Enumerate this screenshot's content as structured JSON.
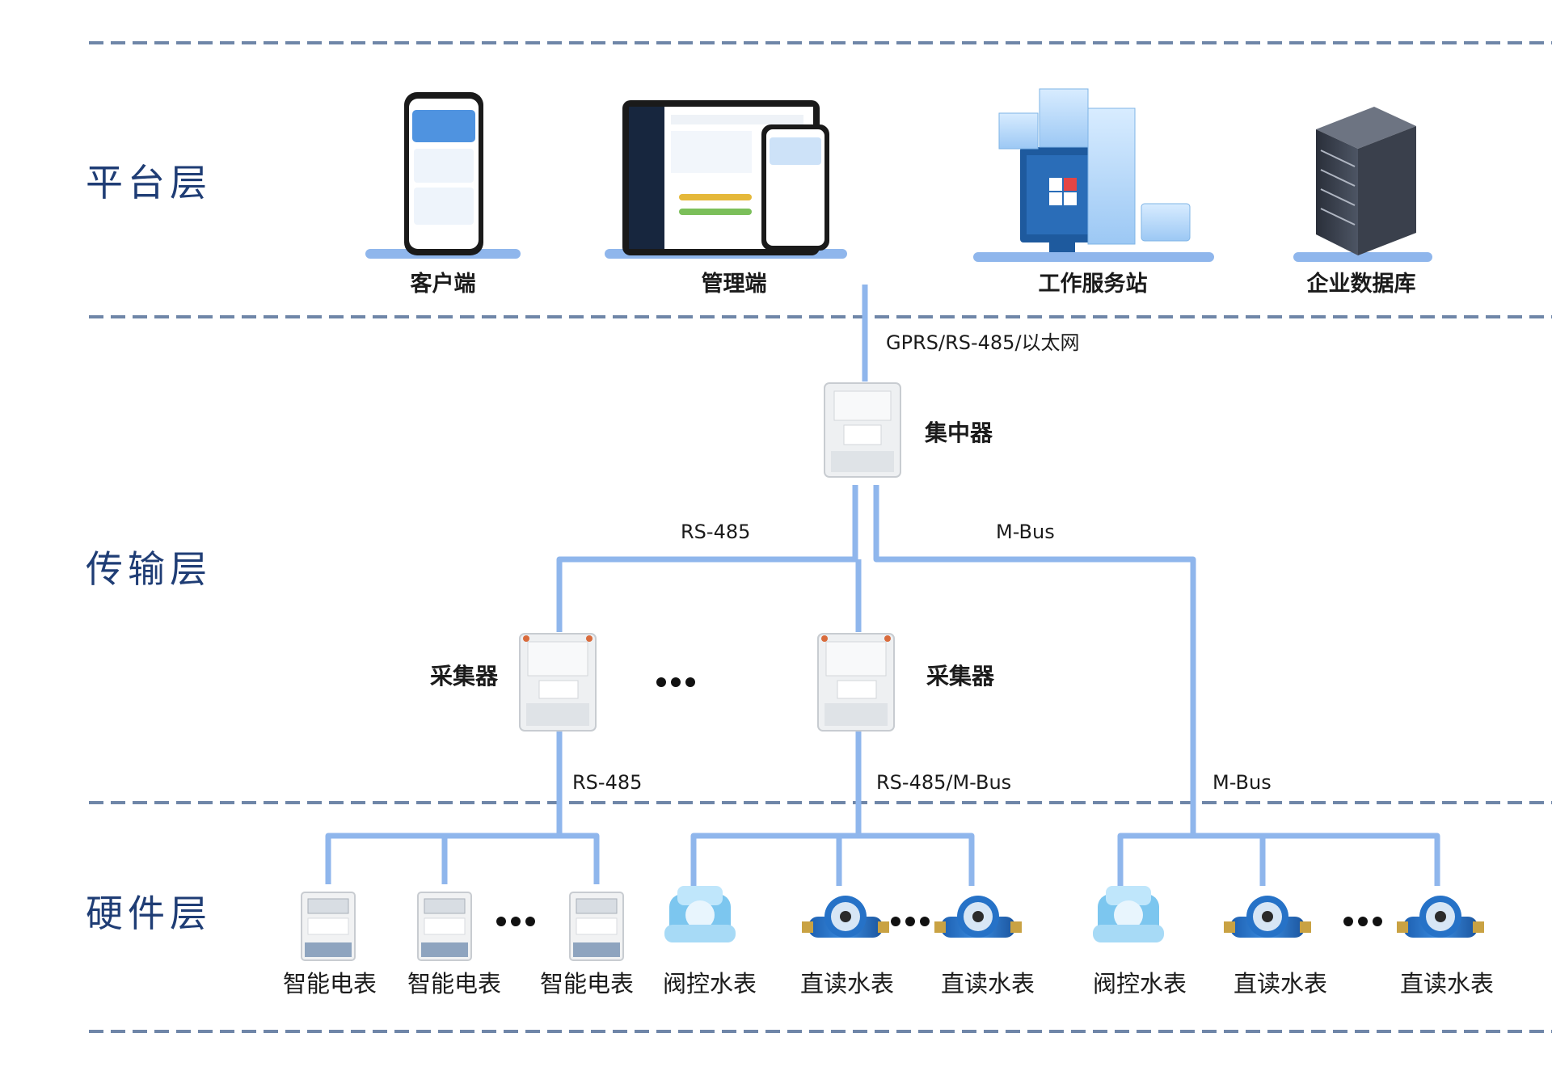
{
  "layers": {
    "platform": "平台层",
    "transport": "传输层",
    "hardware": "硬件层"
  },
  "platform": {
    "client": "客户端",
    "admin": "管理端",
    "workstation": "工作服务站",
    "database": "企业数据库"
  },
  "uplink": "GPRS/RS-485/以太网",
  "transport": {
    "concentrator": "集中器",
    "collector_left": "采集器",
    "collector_right": "采集器",
    "link_rs485": "RS-485",
    "link_mbus": "M-Bus",
    "link_left_down": "RS-485",
    "link_mid_down": "RS-485/M-Bus",
    "link_right_down": "M-Bus"
  },
  "hardware": {
    "meters": [
      "智能电表",
      "智能电表",
      "智能电表",
      "阀控水表",
      "直读水表",
      "直读水表",
      "阀控水表",
      "直读水表",
      "直读水表"
    ]
  },
  "colors": {
    "line": "#8fb6ec",
    "divider": "#6f86a8",
    "layer_text": "#1f3d75",
    "meter_blue": "#1f6fc7"
  }
}
